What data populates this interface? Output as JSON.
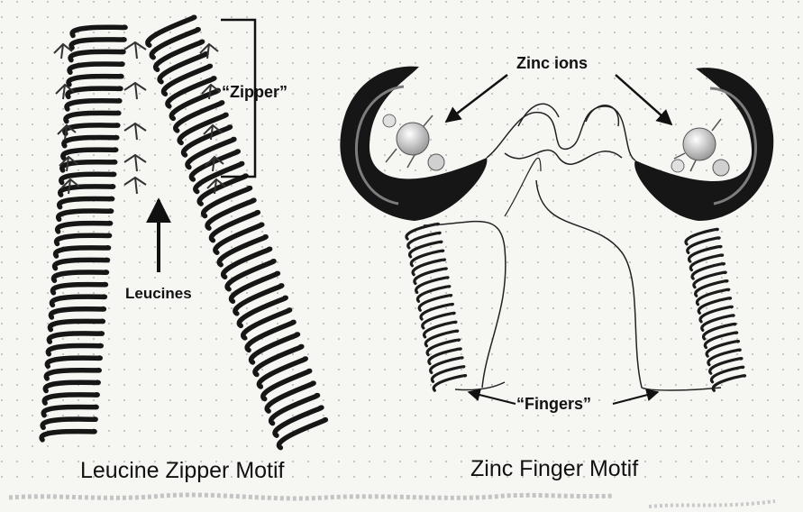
{
  "left_panel": {
    "zipper_label": "“Zipper”",
    "leucines_label": "Leucines",
    "caption": "Leucine Zipper Motif"
  },
  "right_panel": {
    "zinc_ions_label": "Zinc ions",
    "fingers_label": "“Fingers”",
    "caption": "Zinc Finger Motif"
  },
  "colors": {
    "background": "#f6f6f3",
    "ink": "#111111",
    "grid_dot": "#b5b5b5",
    "ion_fill": "#dcdcdc"
  }
}
